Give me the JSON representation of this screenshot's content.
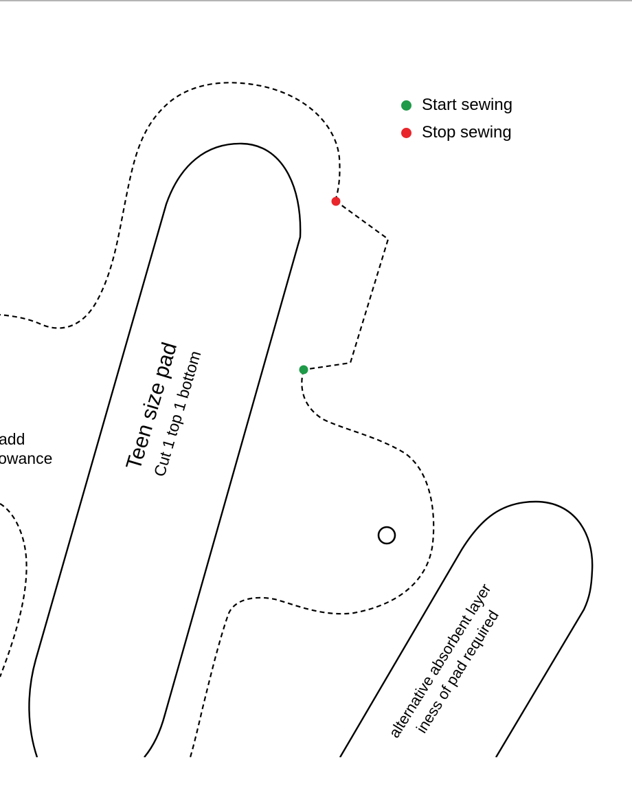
{
  "legend": {
    "items": [
      {
        "label": "Start sewing",
        "color": "#1f9a48"
      },
      {
        "label": "Stop sewing",
        "color": "#e8262b"
      }
    ]
  },
  "pad": {
    "title": "Teen size pad",
    "subtitle": "Cut 1 top 1 bottom"
  },
  "absorbent": {
    "line1": "alternative absorbent layer",
    "line2": "iness of pad required"
  },
  "seam_note": {
    "line1": "add",
    "line2": "lowance"
  },
  "colors": {
    "outline": "#000000",
    "start_marker": "#1f9a48",
    "stop_marker": "#e8262b",
    "border": "#b4b4b4"
  }
}
